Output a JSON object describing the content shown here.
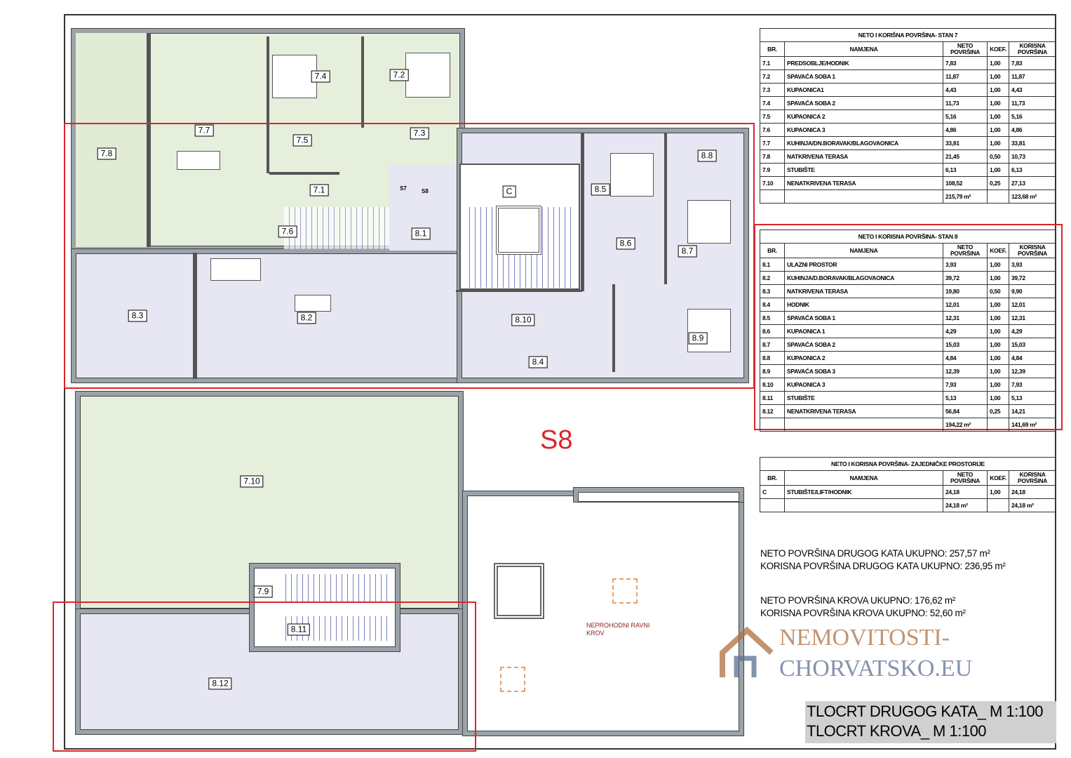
{
  "plan": {
    "rooms": {
      "r7_8": "7.8",
      "r7_7": "7.7",
      "r7_4": "7.4",
      "r7_2": "7.2",
      "r7_5": "7.5",
      "r7_3": "7.3",
      "r7_1": "7.1",
      "r7_6": "7.6",
      "rC": "C",
      "r8_5": "8.5",
      "r8_8": "8.8",
      "r8_1": "8.1",
      "r8_6": "8.6",
      "r8_7": "8.7",
      "r8_3": "8.3",
      "r8_2": "8.2",
      "r8_10": "8.10",
      "r8_9": "8.9",
      "r8_4": "8.4",
      "r7_10": "7.10",
      "r7_9": "7.9",
      "r8_11": "8.11",
      "r8_12": "8.12"
    },
    "entry_marks": [
      "S7",
      "S8"
    ],
    "unit_label": "S8",
    "roof_label_1": "NEPROHODNI RAVNI",
    "roof_label_2": "KROV",
    "accent_color": "#d9262c"
  },
  "tables": [
    {
      "title": "NETO I KORIŠNA POVRŠINA- STAN 7",
      "headers": [
        "BR.",
        "NAMJENA",
        "NETO POVRŠINA",
        "KOEF.",
        "KORISNA POVRŠINA"
      ],
      "rows": [
        [
          "7.1",
          "PREDSOBLJE/HODNIK",
          "7,83",
          "1,00",
          "7,83"
        ],
        [
          "7.2",
          "SPAVAĆA SOBA 1",
          "11,87",
          "1,00",
          "11,87"
        ],
        [
          "7.3",
          "KUPAONICA1",
          "4,43",
          "1,00",
          "4,43"
        ],
        [
          "7.4",
          "SPAVAĆA SOBA 2",
          "11,73",
          "1,00",
          "11,73"
        ],
        [
          "7.5",
          "KUPAONICA 2",
          "5,16",
          "1,00",
          "5,16"
        ],
        [
          "7.6",
          "KUPAONICA 3",
          "4,86",
          "1,00",
          "4,86"
        ],
        [
          "7.7",
          "KUHINJA/DN.BORAVAK/BLAGOVAONICA",
          "33,81",
          "1,00",
          "33,81"
        ],
        [
          "7.8",
          "NATKRIVENA TERASA",
          "21,45",
          "0,50",
          "10,73"
        ],
        [
          "7.9",
          "STUBIŠTE",
          "6,13",
          "1,00",
          "6,13"
        ],
        [
          "7.10",
          "NENATKRIVENA TERASA",
          "108,52",
          "0,25",
          "27,13"
        ]
      ],
      "total": [
        "",
        "",
        "215,79 m²",
        "",
        "123,68 m²"
      ]
    },
    {
      "title": "NETO I KORISNA POVRŠINA- STAN 8",
      "headers": [
        "BR.",
        "NAMJENA",
        "NETO POVRŠINA",
        "KOEF.",
        "KORISNA POVRŠINA"
      ],
      "rows": [
        [
          "8.1",
          "ULAZNI PROSTOR",
          "3,93",
          "1,00",
          "3,93"
        ],
        [
          "8.2",
          "KUHINJA/D.BORAVAK/BLAGOVAONICA",
          "39,72",
          "1,00",
          "39,72"
        ],
        [
          "8.3",
          "NATKRIVENA TERASA",
          "19,80",
          "0,50",
          "9,90"
        ],
        [
          "8.4",
          "HODNIK",
          "12,01",
          "1,00",
          "12,01"
        ],
        [
          "8.5",
          "SPAVAĆA SOBA 1",
          "12,31",
          "1,00",
          "12,31"
        ],
        [
          "8.6",
          "KUPAONICA 1",
          "4,29",
          "1,00",
          "4,29"
        ],
        [
          "8.7",
          "SPAVAĆA SOBA 2",
          "15,03",
          "1,00",
          "15,03"
        ],
        [
          "8.8",
          "KUPAONICA 2",
          "4,84",
          "1,00",
          "4,84"
        ],
        [
          "8.9",
          "SPAVAĆA SOBA 3",
          "12,39",
          "1,00",
          "12,39"
        ],
        [
          "8.10",
          "KUPAONICA 3",
          "7,93",
          "1,00",
          "7,93"
        ],
        [
          "8.11",
          "STUBIŠTE",
          "5,13",
          "1,00",
          "5,13"
        ],
        [
          "8.12",
          "NENATKRIVENA TERASA",
          "56,84",
          "0,25",
          "14,21"
        ]
      ],
      "total": [
        "",
        "",
        "194,22 m²",
        "",
        "141,69 m²"
      ]
    },
    {
      "title": "NETO I KORISNA POVRŠINA- ZAJEDNIČKE PROSTORIJE",
      "headers": [
        "BR.",
        "NAMJENA",
        "NETO POVRŠINA",
        "KOEF.",
        "KORISNA POVRŠINA"
      ],
      "rows": [
        [
          "C",
          "STUBIŠTE/LIFT/HODNIK",
          "24,18",
          "1,00",
          "24,18"
        ]
      ],
      "total": [
        "",
        "",
        "24,18 m²",
        "",
        "24,18 m²"
      ]
    }
  ],
  "totals": {
    "neto_floor": "NETO POVRŠINA DRUGOG KATA UKUPNO: 257,57 m²",
    "korisna_floor": "KORISNA POVRŠINA DRUGOG KATA UKUPNO: 236,95 m²",
    "neto_roof": "NETO POVRŠINA KROVA UKUPNO: 176,62 m²",
    "korisna_roof": "KORISNA POVRŠINA KROVA UKUPNO: 52,60 m²"
  },
  "watermark": {
    "line1": "NEMOVITOSTI-",
    "line2": "CHORVATSKO.EU"
  },
  "title_block": {
    "line1": "TLOCRT DRUGOG KATA_ M 1:100",
    "line2": "TLOCRT KROVA_ M 1:100"
  }
}
